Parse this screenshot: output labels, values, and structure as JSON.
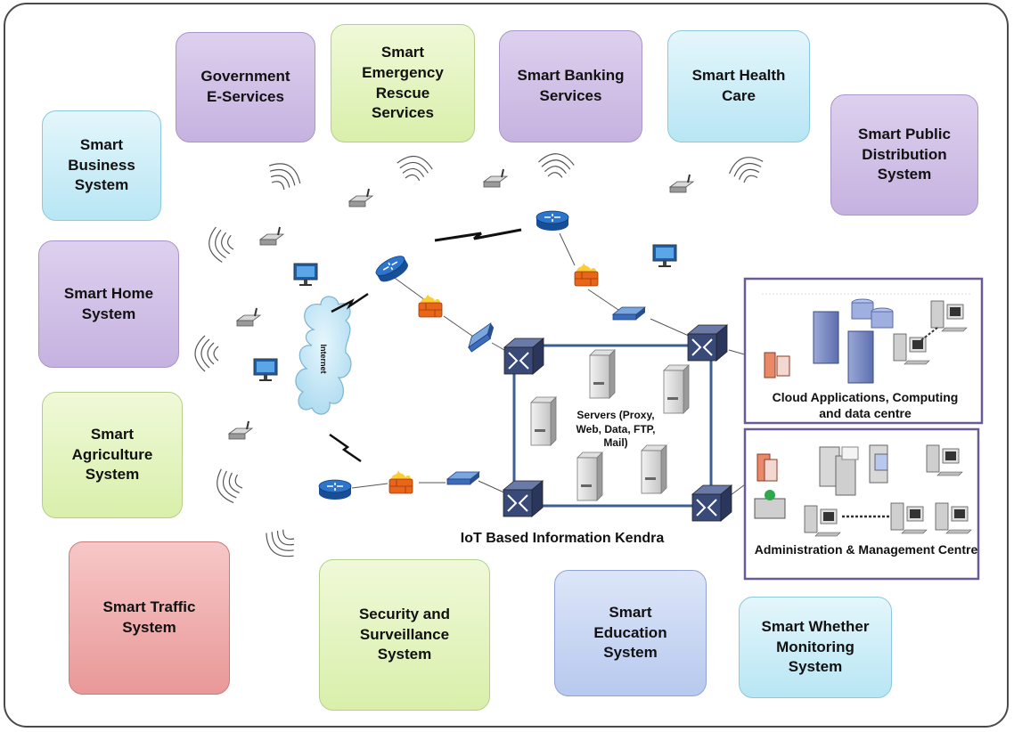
{
  "service_boxes": {
    "government_eservices": "Government\nE-Services",
    "smart_emergency": "Smart\nEmergency\nRescue\nServices",
    "smart_banking": "Smart Banking\nServices",
    "smart_health": "Smart Health\nCare",
    "smart_public_distribution": "Smart Public\nDistribution\nSystem",
    "smart_business": "Smart\nBusiness\nSystem",
    "smart_home": "Smart Home\nSystem",
    "smart_agriculture": "Smart\nAgriculture\nSystem",
    "smart_traffic": "Smart Traffic\nSystem",
    "security_surveillance": "Security and\nSurveillance\nSystem",
    "smart_education": "Smart\nEducation\nSystem",
    "smart_whether": "Smart Whether\nMonitoring\nSystem"
  },
  "labels": {
    "internet": "Internet",
    "servers": "Servers (Proxy,\nWeb, Data, FTP,\nMail)",
    "kendra": "IoT Based Information Kendra",
    "cloud": "Cloud Applications, Computing\nand data centre",
    "admin": "Administration & Management Centre"
  },
  "colors": {
    "purple": "#c6b2e0",
    "green": "#d9efab",
    "cyan": "#b8e6f4",
    "red": "#e99898",
    "blue": "#b7c9ef",
    "router": "#1f5fb0",
    "firewall": "#e8651a",
    "switch": "#3a4a78",
    "kendra_border": "#3b5f93",
    "centre_border": "#6b5a96"
  }
}
